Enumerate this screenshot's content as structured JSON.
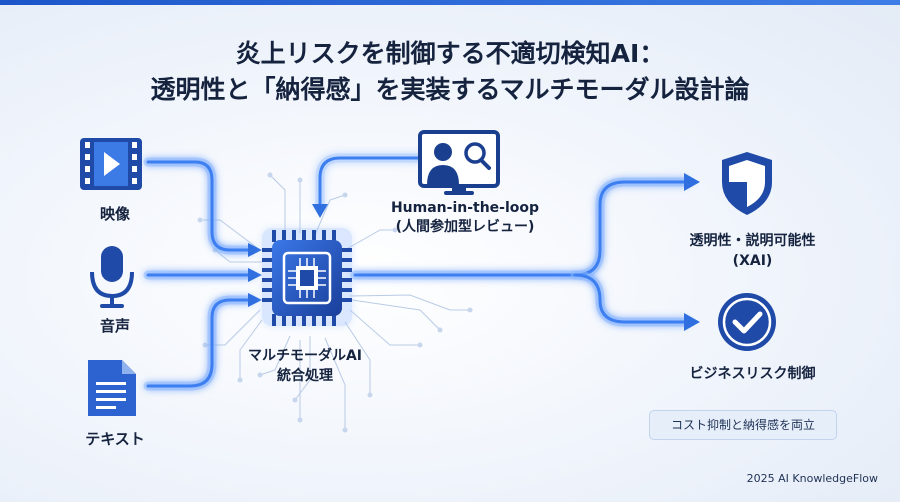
{
  "title": {
    "line1": "炎上リスクを制御する不適切検知AI：",
    "line2": "透明性と「納得感」を実装するマルチモーダル設計論"
  },
  "inputs": [
    {
      "label": "映像",
      "icon": "video-icon"
    },
    {
      "label": "音声",
      "icon": "microphone-icon"
    },
    {
      "label": "テキスト",
      "icon": "document-icon"
    }
  ],
  "processor": {
    "line1": "マルチモーダルAI",
    "line2": "統合処理",
    "icon": "cpu-chip-icon"
  },
  "human_review": {
    "line1": "Human-in-the-loop",
    "line2": "(人間参加型レビュー)",
    "icon": "monitor-person-search-icon"
  },
  "outputs": [
    {
      "line1": "透明性・説明可能性",
      "line2": "(XAI)",
      "icon": "shield-icon"
    },
    {
      "line1": "ビジネスリスク制御",
      "icon": "check-circle-icon"
    }
  ],
  "outcome_badge": "コスト抑制と納得感を両立",
  "footer": "2025 AI KnowledgeFlow",
  "colors": {
    "accent": "#2f6fe0",
    "navy": "#1b3f8f",
    "text": "#15233f",
    "glow": "#7fb0ff"
  }
}
